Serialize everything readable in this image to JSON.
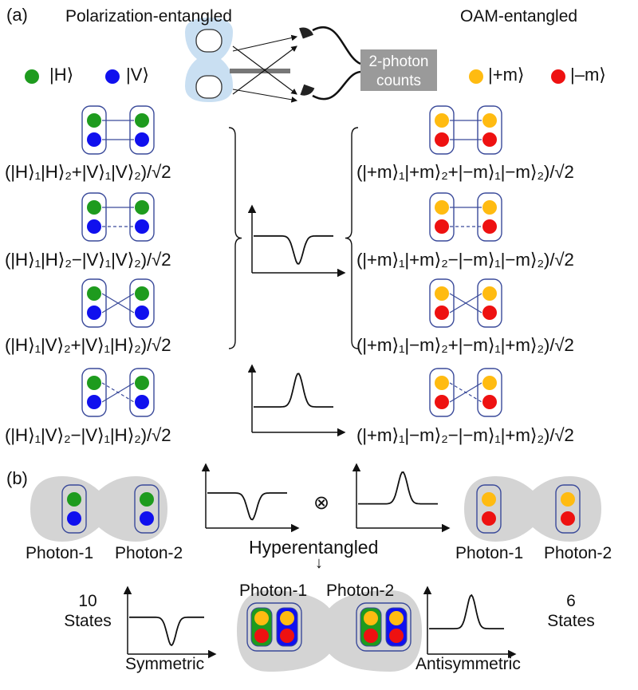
{
  "colors": {
    "H": "#1e9b1e",
    "V": "#1010ee",
    "plus_m": "#ffbb11",
    "minus_m": "#ee1111",
    "box_stroke": "#3a4a9a",
    "pair_fill": "#d4d4d4",
    "source_fill": "#c9dff2",
    "counter_fill": "#9a9a9a"
  },
  "panel_a": {
    "label": "(a)",
    "title_left": "Polarization-entangled",
    "title_right": "OAM-entangled",
    "legend_H": "|H⟩",
    "legend_V": "|V⟩",
    "legend_plus_m": "|+m⟩",
    "legend_minus_m": "|–m⟩",
    "counter_line1": "2-photon",
    "counter_line2": "counts",
    "pol_states": [
      "(|H⟩₁|H⟩₂+|V⟩₁|V⟩₂)/√2",
      "(|H⟩₁|H⟩₂−|V⟩₁|V⟩₂)/√2",
      "(|H⟩₁|V⟩₂+|V⟩₁|H⟩₂)/√2",
      "(|H⟩₁|V⟩₂−|V⟩₁|H⟩₂)/√2"
    ],
    "oam_states": [
      "(|+m⟩₁|+m⟩₂+|−m⟩₁|−m⟩₂)/√2",
      "(|+m⟩₁|+m⟩₂−|−m⟩₁|−m⟩₂)/√2",
      "(|+m⟩₁|−m⟩₂+|−m⟩₁|+m⟩₂)/√2",
      "(|+m⟩₁|−m⟩₂−|−m⟩₁|+m⟩₂)/√2"
    ]
  },
  "panel_b": {
    "label": "(b)",
    "photon1": "Photon-1",
    "photon2": "Photon-2",
    "tensor_symbol": "⊗",
    "hyperentangled": "Hyperentangled",
    "arrow": "↓",
    "left_count": "10",
    "left_count_unit": "States",
    "right_count": "6",
    "right_count_unit": "States",
    "symmetric": "Symmetric",
    "antisymmetric": "Antisymmetric"
  }
}
